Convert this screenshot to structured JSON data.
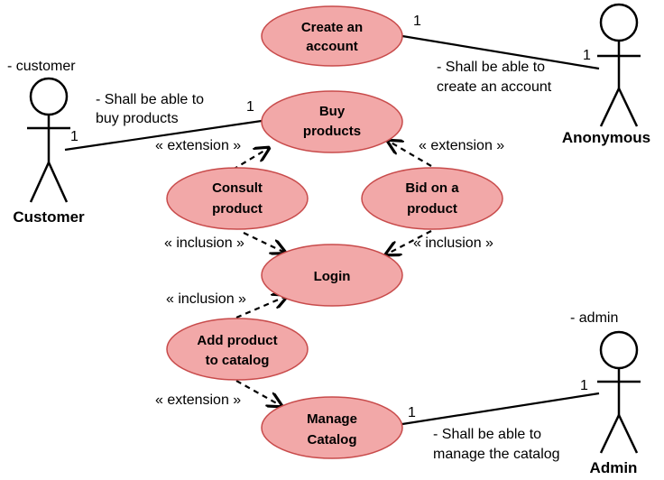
{
  "use_cases": {
    "create_account": [
      "Create an",
      "account"
    ],
    "buy_products": [
      "Buy",
      "products"
    ],
    "consult_product": [
      "Consult",
      "product"
    ],
    "bid_on_product": [
      "Bid on a",
      "product"
    ],
    "login": [
      "Login"
    ],
    "add_product": [
      "Add product",
      "to catalog"
    ],
    "manage_catalog": [
      "Manage",
      "Catalog"
    ]
  },
  "actors": {
    "customer": {
      "name": "Customer",
      "role": "- customer"
    },
    "anonymous": {
      "name": "Anonymous"
    },
    "admin": {
      "name": "Admin",
      "role": "- admin"
    }
  },
  "associations": {
    "customer_buy": {
      "note": [
        "- Shall be able to",
        "buy products"
      ],
      "mult_actor": "1",
      "mult_usecase": "1"
    },
    "anon_create": {
      "note": [
        "- Shall be able to",
        "create an account"
      ],
      "mult_actor": "1",
      "mult_usecase": "1"
    },
    "admin_manage": {
      "note": [
        "- Shall be able to",
        "manage the catalog"
      ],
      "mult_actor": "1",
      "mult_usecase": "1"
    }
  },
  "relations": {
    "consult_buy": "« extension »",
    "bid_buy": "« extension »",
    "consult_login": "« inclusion »",
    "bid_login": "« inclusion »",
    "add_login": "« inclusion »",
    "add_manage": "« extension »"
  }
}
